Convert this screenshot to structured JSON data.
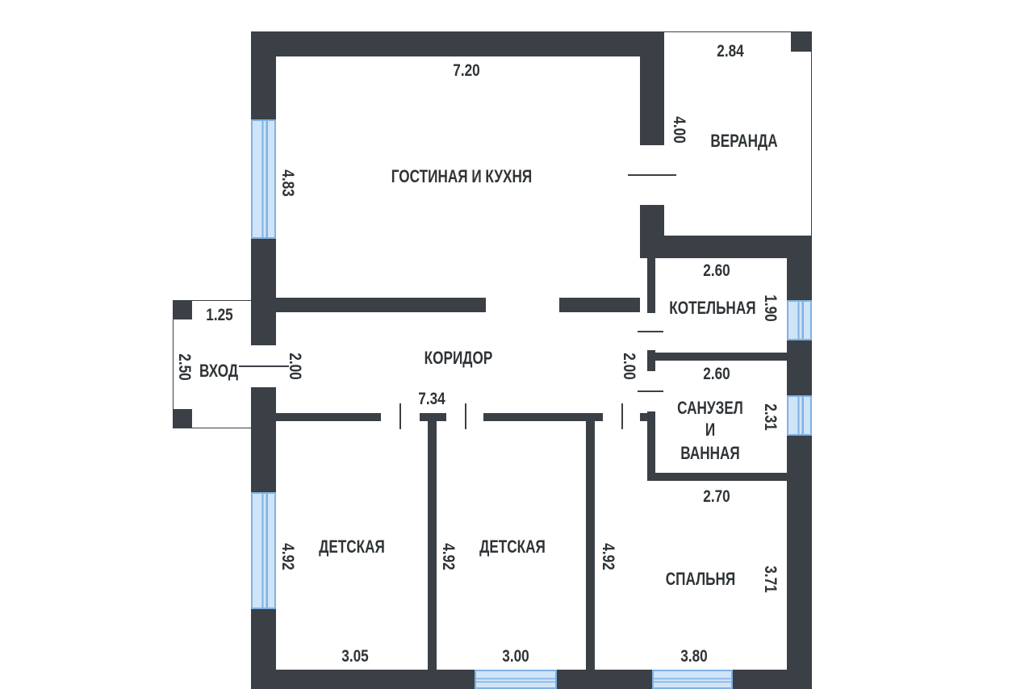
{
  "rooms": {
    "living_kitchen": "ГОСТИНАЯ И КУХНЯ",
    "veranda": "ВЕРАНДА",
    "boiler": "КОТЕЛЬНАЯ",
    "entrance": "ВХОД",
    "corridor": "КОРИДОР",
    "bathroom_line1": "САНУЗЕЛ",
    "bathroom_line2": "И",
    "bathroom_line3": "ВАННАЯ",
    "kids1": "ДЕТСКАЯ",
    "kids2": "ДЕТСКАЯ",
    "bedroom": "СПАЛЬНЯ"
  },
  "dimensions": {
    "living_width": "7.20",
    "living_depth": "4.83",
    "veranda_width": "2.84",
    "veranda_depth": "4.00",
    "boiler_width": "2.60",
    "boiler_depth": "1.90",
    "entrance_width": "1.25",
    "entrance_depth": "2.50",
    "corridor_left": "2.00",
    "corridor_right": "2.00",
    "corridor_length": "7.34",
    "bathroom_width": "2.60",
    "bathroom_depth": "2.31",
    "bedroom_width": "2.70",
    "bedroom_depth": "3.71",
    "bedroom_bottom": "3.80",
    "kids1_depth": "4.92",
    "kids1_width": "3.05",
    "kids2_depth": "4.92",
    "kids2_width": "3.00",
    "bedroom_left": "4.92"
  },
  "colors": {
    "wall": "#3a4045",
    "window": "#cfe4f7",
    "window_frame": "#7fb1e3",
    "text": "#2f3437"
  }
}
